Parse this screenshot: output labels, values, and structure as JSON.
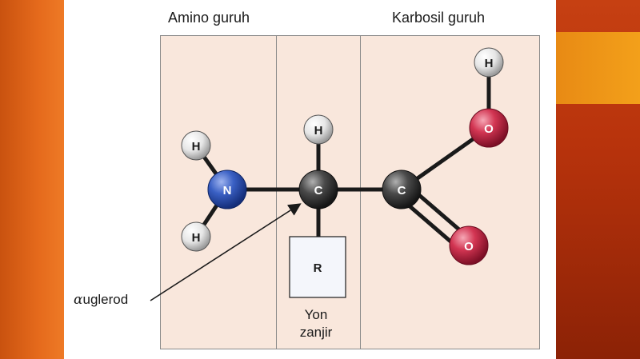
{
  "headers": {
    "amino": "Amino guruh",
    "carboxyl": "Karbosil guruh"
  },
  "side_chain": {
    "line1": "Yon",
    "line2": "zanjir",
    "r_label": "R"
  },
  "alpha_carbon": {
    "greek": "α",
    "text": "uglerod"
  },
  "atoms": {
    "n": "N",
    "c_alpha": "C",
    "c_carboxyl": "C",
    "o_hydroxyl": "O",
    "o_double": "O",
    "h_amino_top": "H",
    "h_amino_bottom": "H",
    "h_alpha": "H",
    "h_hydroxyl": "H"
  },
  "colors": {
    "panel_fill": "#f9e7dc",
    "nitrogen": "#2f54b8",
    "carbon": "#3c3c3c",
    "oxygen": "#cc2d4a",
    "hydrogen": "#ececec"
  }
}
